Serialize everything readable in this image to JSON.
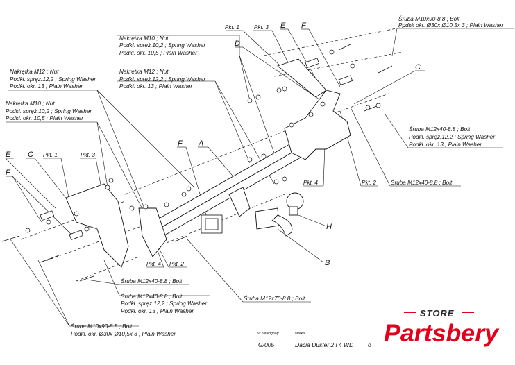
{
  "labels": {
    "nut_m10_top": [
      "Nakrętka  M10 ; Nut",
      "Podkł. spręż.10,2 ; Spring Washer",
      "Podkł. okr. 10,5 ; Plain Washer"
    ],
    "nut_m12_top": [
      "Nakrętka  M12 ; Nut",
      "Podkł. spręż.12,2 ; Spring Washer",
      "Podkł. okr. 13 ; Plain Washer"
    ],
    "nut_m12_left": [
      "Nakrętka  M12 ; Nut",
      "Podkł. spręż.12,2 ; Spring Washer",
      "Podkł. okr. 13 ; Plain Washer"
    ],
    "nut_m10_left": [
      "Nakrętka  M10 ; Nut",
      "Podkł. spręż.10,2 ; Spring Washer",
      "Podkł. okr. 10,5 ; Plain Washer"
    ],
    "bolt_m10x90_top": [
      "Śruba M10x90-8.8 ;  Bolt",
      "Podkł. okr.  Ø30x Ø10,5x 3 ; Plain Washer"
    ],
    "bolt_m12x40_right": [
      "Śruba M12x40-8.8 ;  Bolt",
      "Podkł. spręż.12,2 ; Spring Washer",
      "Podkł. okr. 13 ; Plain Washer"
    ],
    "bolt_m12x40_right2": "Śruba M12x40-8.8 ;  Bolt",
    "bolt_m12x40_bottom": "Śruba M12x40-8.8 ;  Bolt",
    "bolt_m12x40_bottom2": [
      "Śruba M12x40-8.8 ;  Bolt",
      "Podkł. spręż.12,2 ; Spring Washer",
      "Podkł. okr. 13 ; Plain Washer"
    ],
    "bolt_m12x70": "Śruba M12x70-8.8 ;  Bolt",
    "bolt_m10x90_bottom": [
      "Śruba M10x90-8.8 ;  Bolt",
      "Podkł. okr.  Ø30x Ø10,5x 3 ; Plain Washer"
    ]
  },
  "letters": {
    "pkt1_top": "Pkt. 1",
    "pkt3_top": "Pkt. 3",
    "e_top": "E",
    "f_top": "F",
    "d": "D",
    "c_right": "C",
    "e_left": "E",
    "c_left": "C",
    "pkt1_left": "Pkt. 1",
    "pkt3_left": "Pkt. 3",
    "f_left": "F",
    "f_mid": "F",
    "a": "A",
    "pkt4_right": "Pkt. 4",
    "pkt2_right": "Pkt. 2",
    "pkt4_bottom": "Pkt. 4",
    "pkt2_bottom": "Pkt. 2",
    "h": "H",
    "b": "B"
  },
  "footer": {
    "catalog_label": "Nr katalogowy",
    "catalog_value": "G/005",
    "brand_label": "Marka",
    "brand_value": "Dacia Duster 2 i 4 WD",
    "small_mark": "o"
  },
  "logo": {
    "store": "STORE",
    "name": "Partsbery",
    "color_red": "#e3001b",
    "color_dark": "#2b2b2b"
  }
}
